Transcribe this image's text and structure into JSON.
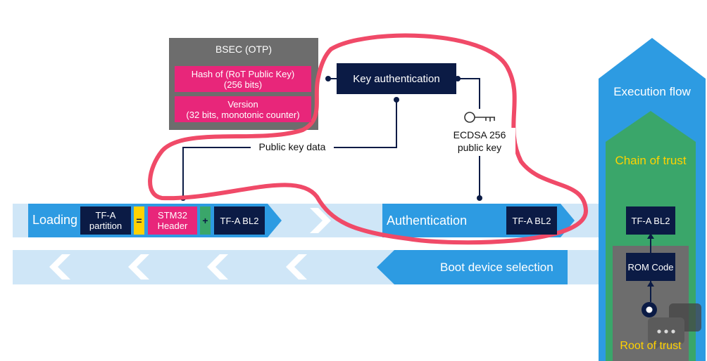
{
  "bsec": {
    "title": "BSEC (OTP)",
    "hash_line1": "Hash of (RoT Public Key)",
    "hash_line2": "(256 bits)",
    "version_line1": "Version",
    "version_line2": "(32 bits, monotonic counter)"
  },
  "key_auth": {
    "label": "Key authentication"
  },
  "ecdsa": {
    "line1": "ECDSA 256",
    "line2": "public key"
  },
  "public_key_data": "Public key data",
  "loading_band": {
    "label": "Loading",
    "partition_line1": "TF-A",
    "partition_line2": "partition",
    "equals": "=",
    "header_line1": "STM32",
    "header_line2": "Header",
    "plus": "+",
    "bl2": "TF-A BL2"
  },
  "auth_band": {
    "label": "Authentication",
    "bl2": "TF-A BL2"
  },
  "boot_band": {
    "label": "Boot device selection"
  },
  "right_panel": {
    "execution_flow": "Execution flow",
    "chain_of_trust": "Chain of trust",
    "tfa_bl2": "TF-A BL2",
    "rom_code": "ROM Code",
    "root_of_trust": "Root of trust"
  },
  "colors": {
    "navy": "#0b1b45",
    "pink": "#e8267a",
    "accent_blue": "#2d9be2",
    "light_blue": "#cfe6f7",
    "green": "#3aa66a",
    "grey": "#6d6d6d",
    "gold": "#ffd200",
    "annotation_red": "#f04a68"
  }
}
